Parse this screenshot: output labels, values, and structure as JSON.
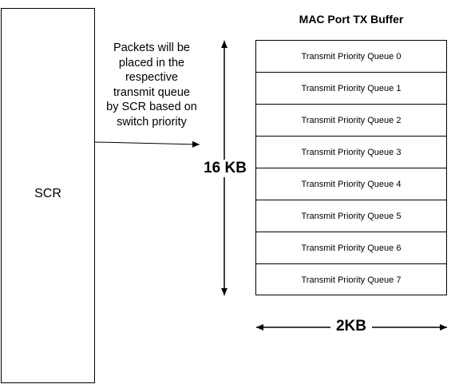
{
  "scr": {
    "label": "SCR"
  },
  "caption": [
    "Packets will be",
    "placed in the",
    "respective",
    "transmit queue",
    "by SCR based on",
    "switch priority"
  ],
  "buffer": {
    "title": "MAC Port TX Buffer",
    "queues": [
      "Transmit Priority Queue 0",
      "Transmit Priority Queue 1",
      "Transmit Priority Queue 2",
      "Transmit Priority Queue 3",
      "Transmit Priority Queue 4",
      "Transmit Priority Queue 5",
      "Transmit Priority Queue 6",
      "Transmit Priority Queue 7"
    ]
  },
  "dimensions": {
    "height_label": "16 KB",
    "width_label": "2KB"
  }
}
